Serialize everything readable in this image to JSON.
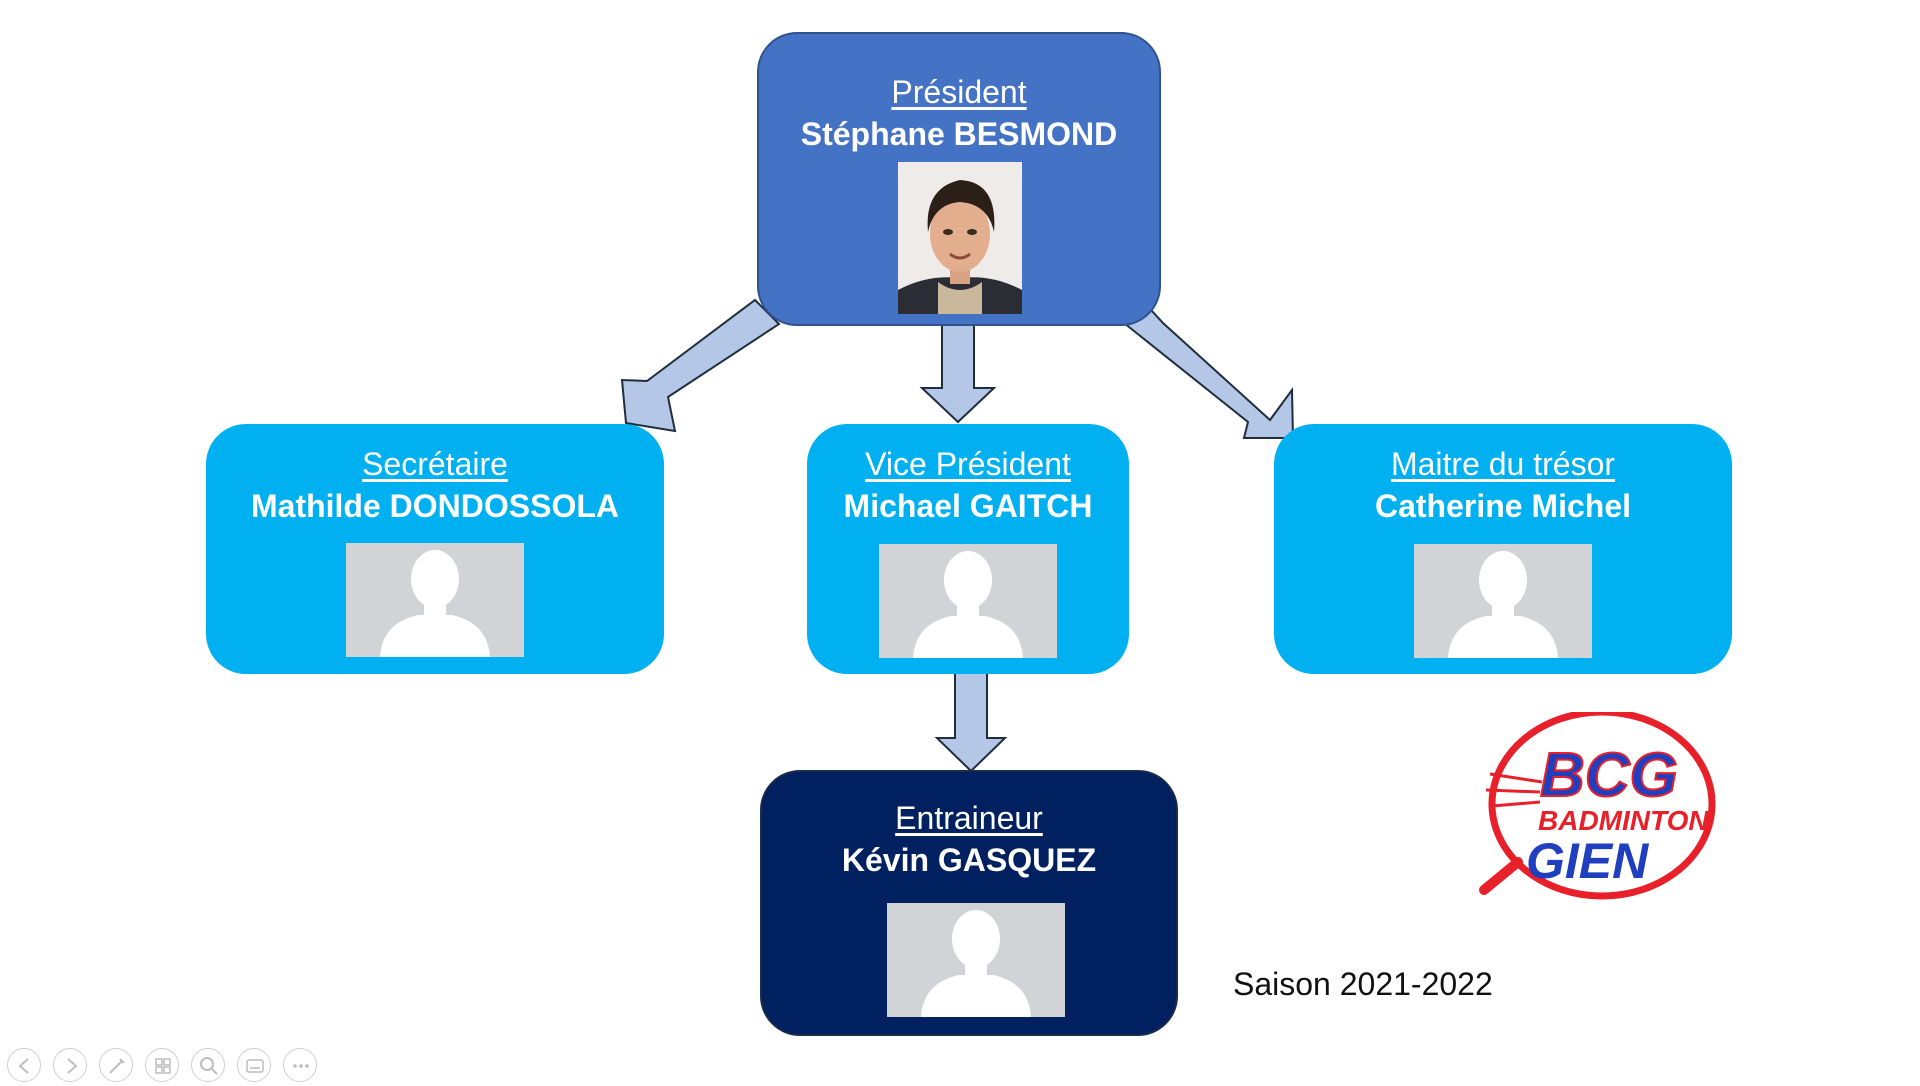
{
  "org_chart": {
    "president": {
      "role": "Président",
      "name": "Stéphane BESMOND",
      "photo": "portrait-photo"
    },
    "secretary": {
      "role": "Secrétaire",
      "name": "Mathilde DONDOSSOLA",
      "photo": "avatar-placeholder-icon"
    },
    "vice_president": {
      "role": "Vice Président",
      "name": "Michael GAITCH",
      "photo": "avatar-placeholder-icon"
    },
    "treasurer": {
      "role": "Maitre du trésor",
      "name": "Catherine Michel",
      "photo": "avatar-placeholder-icon"
    },
    "coach": {
      "role": "Entraineur",
      "name": "Kévin GASQUEZ",
      "photo": "avatar-placeholder-icon"
    }
  },
  "season": "Saison 2021-2022",
  "logo": {
    "name": "bcg-badminton-gien-logo",
    "text_top": "BCG",
    "text_mid": "BADMINTON",
    "text_bottom": "GIEN"
  },
  "colors": {
    "president_box": "#4472c4",
    "member_box": "#00b0f0",
    "coach_box": "#002060",
    "arrow_fill": "#b4c7e7",
    "arrow_stroke": "#1f2d3d",
    "logo_red": "#e8202a",
    "logo_blue": "#1f3fbf"
  },
  "toolbar": {
    "buttons": [
      "previous-slide-icon",
      "next-slide-icon",
      "pen-icon",
      "slides-grid-icon",
      "zoom-icon",
      "subtitles-icon",
      "more-options-icon"
    ]
  }
}
